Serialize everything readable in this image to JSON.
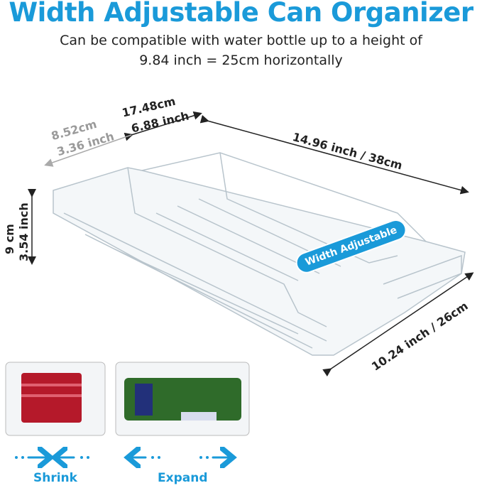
{
  "title": "Width Adjustable Can Organizer",
  "subtitle_line1": "Can be compatible with water bottle up to a height of",
  "subtitle_line2": "9.84 inch = 25cm horizontally",
  "dimensions": {
    "inner_width_cm": "17.48cm",
    "inner_width_in": "6.88 inch",
    "extension_cm": "8.52cm",
    "extension_in": "3.36 inch",
    "length": "14.96 inch / 38cm",
    "height_cm": "9 cm",
    "height_in": "3.54 inch",
    "depth": "10.24 inch / 26cm"
  },
  "badge": "Width Adjustable",
  "actions": {
    "shrink": "Shrink",
    "expand": "Expand"
  },
  "colors": {
    "accent": "#1a9ad9",
    "text": "#222222",
    "muted": "#9a9a9a"
  }
}
